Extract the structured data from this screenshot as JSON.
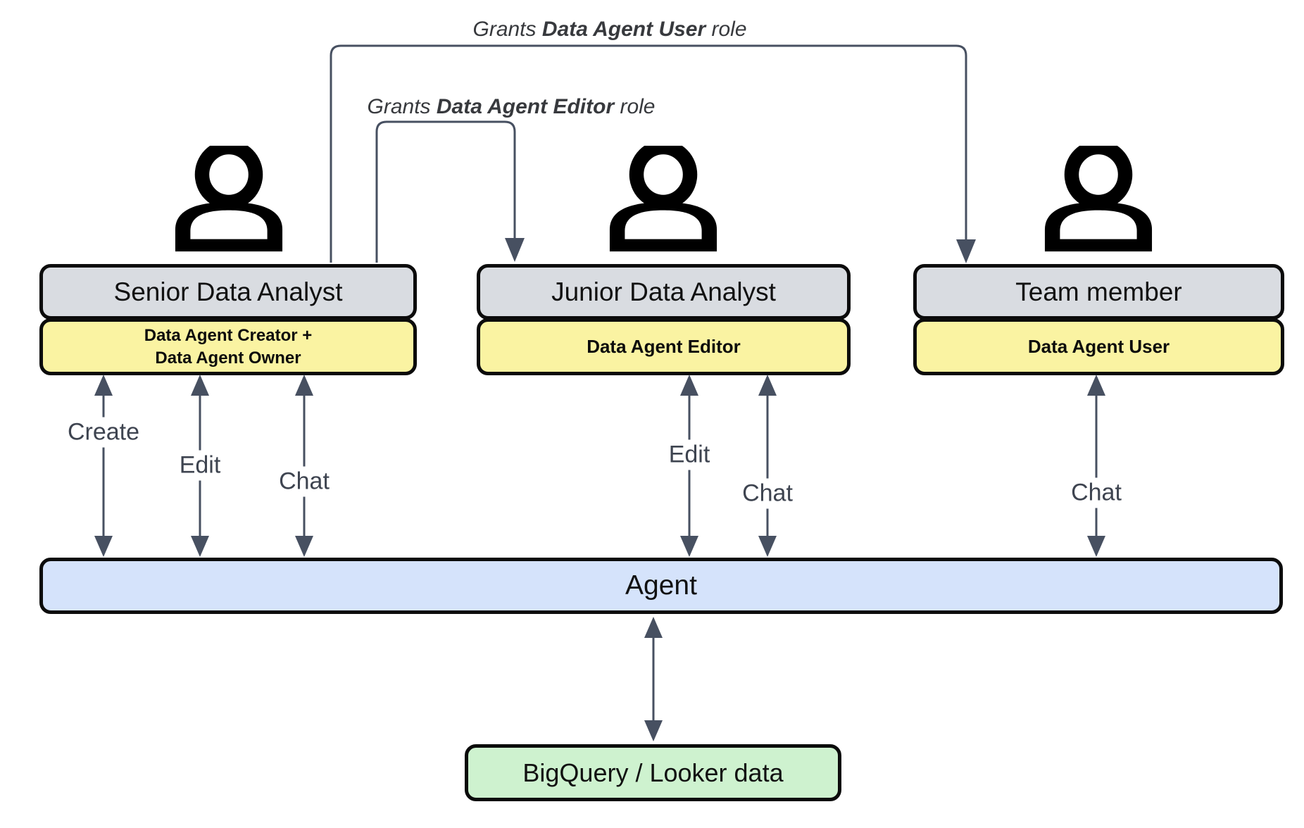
{
  "colors": {
    "box_border": "#0b0b0b",
    "person_box": "#d9dce1",
    "role_box": "#faf3a2",
    "agent_bar": "#d5e3fb",
    "datastore_box": "#cef2cf",
    "connector": "#475061",
    "label_text": "#3e4450"
  },
  "grant_arrows": [
    {
      "prefix": "Grants ",
      "bold": "Data Agent User",
      "suffix": " role"
    },
    {
      "prefix": "Grants ",
      "bold": "Data Agent Editor",
      "suffix": " role"
    }
  ],
  "actors": [
    {
      "name": "Senior Data Analyst",
      "role": "Data Agent Creator +\nData Agent Owner",
      "arrows": [
        {
          "label": "Create"
        },
        {
          "label": "Edit"
        },
        {
          "label": "Chat"
        }
      ]
    },
    {
      "name": "Junior Data Analyst",
      "role": "Data Agent Editor",
      "arrows": [
        {
          "label": "Edit"
        },
        {
          "label": "Chat"
        }
      ]
    },
    {
      "name": "Team member",
      "role": "Data Agent User",
      "arrows": [
        {
          "label": "Chat"
        }
      ]
    }
  ],
  "agent": {
    "label": "Agent"
  },
  "datastore": {
    "label": "BigQuery / Looker data"
  }
}
